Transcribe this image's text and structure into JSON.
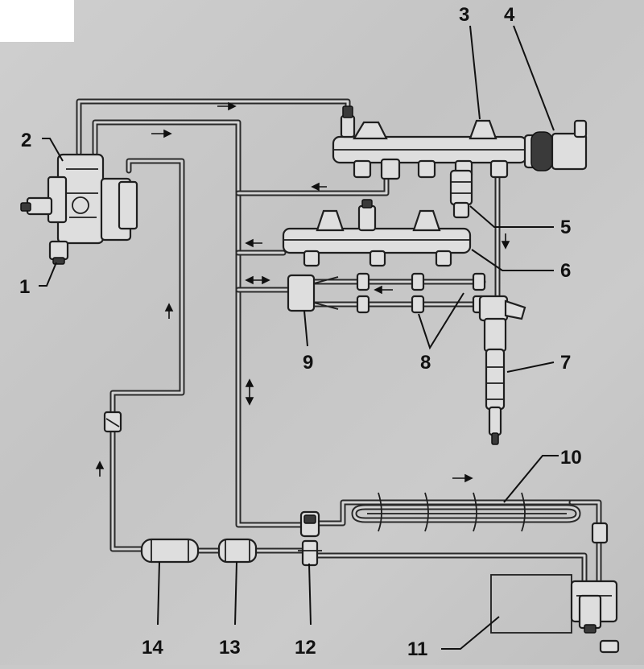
{
  "labels": {
    "l1": "1",
    "l2": "2",
    "l3": "3",
    "l4": "4",
    "l5": "5",
    "l6": "6",
    "l7": "7",
    "l8": "8",
    "l9": "9",
    "l10": "10",
    "l11": "11",
    "l12": "12",
    "l13": "13",
    "l14": "14"
  },
  "colors": {
    "background": "#c9c9c9",
    "line": "#1f1f1f"
  }
}
